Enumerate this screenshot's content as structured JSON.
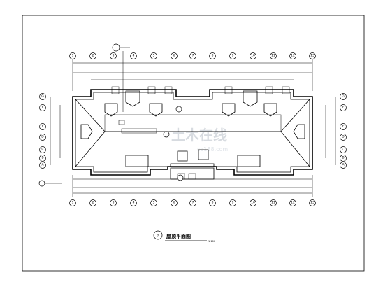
{
  "drawing": {
    "title": "屋顶平面图",
    "scale": "1:100",
    "title_circle_label": "?",
    "watermark": "土木在线",
    "watermark_url": "co188.com",
    "note_left": "",
    "slope_note": ""
  },
  "axes": {
    "top": [
      "1",
      "2",
      "3",
      "4",
      "5",
      "6",
      "7",
      "8",
      "9",
      "10",
      "11",
      "12",
      "13"
    ],
    "bottom": [
      "1",
      "2",
      "3",
      "4",
      "5",
      "6",
      "7",
      "8",
      "9",
      "10",
      "11",
      "12",
      "13"
    ],
    "left": [
      "G",
      "F",
      "E",
      "D",
      "C",
      "B",
      "A"
    ],
    "right": [
      "G",
      "F",
      "E",
      "D",
      "C",
      "B",
      "A"
    ]
  }
}
